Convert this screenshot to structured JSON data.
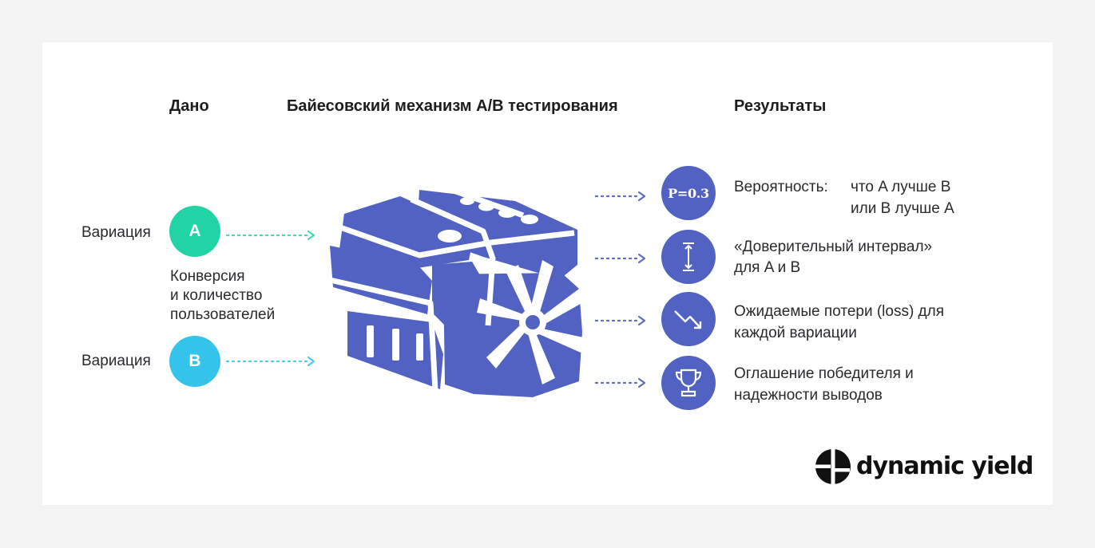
{
  "headings": {
    "given": "Дано",
    "engine": "Байесовский механизм A/B тестирования",
    "results": "Результаты"
  },
  "inputs": {
    "variation_label_a": "Вариация",
    "variation_label_b": "Вариация",
    "circle_a": "A",
    "circle_b": "B",
    "description_line1": "Конверсия",
    "description_line2": "и количество",
    "description_line3": "пользователей",
    "color_a": "#21d3a5",
    "color_b": "#33c3eb"
  },
  "results": {
    "probability": {
      "badge": "P=0.3",
      "label": "Вероятность:",
      "line1": "что A лучше B",
      "line2": "или B лучше A"
    },
    "interval": {
      "icon": "interval-icon",
      "line1": "«Доверительный интервал»",
      "line2": "для A и B"
    },
    "loss": {
      "icon": "trending-down-icon",
      "line1": "Ожидаемые потери (loss) для",
      "line2": "каждой вариации"
    },
    "winner": {
      "icon": "trophy-icon",
      "line1": "Оглашение победителя и",
      "line2": "надежности выводов"
    },
    "circle_color": "#5262c2"
  },
  "engine_icon": "engine-icon",
  "logo": {
    "text": "dynamic yield",
    "icon": "dynamic-yield-logo-icon"
  }
}
